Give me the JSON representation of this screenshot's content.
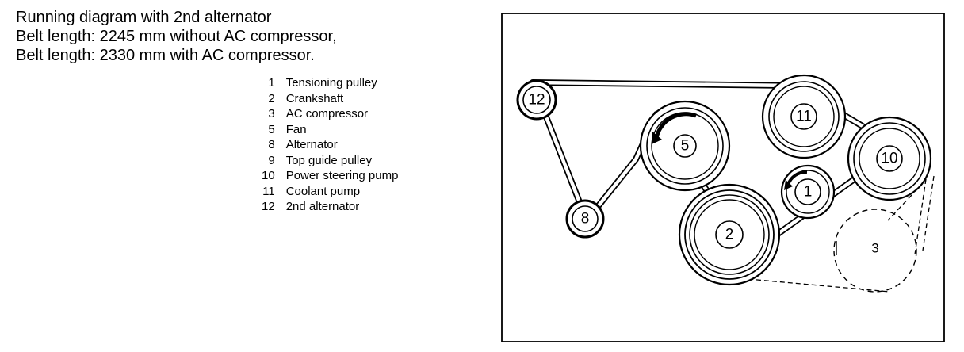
{
  "title_lines": [
    "Running diagram with 2nd alternator",
    "Belt length: 2245 mm without AC compressor,",
    "Belt length: 2330 mm with AC compressor."
  ],
  "legend": [
    {
      "num": "1",
      "label": "Tensioning pulley"
    },
    {
      "num": "2",
      "label": "Crankshaft"
    },
    {
      "num": "3",
      "label": "AC compressor"
    },
    {
      "num": "5",
      "label": "Fan"
    },
    {
      "num": "8",
      "label": "Alternator"
    },
    {
      "num": "9",
      "label": "Top guide pulley"
    },
    {
      "num": "10",
      "label": "Power steering pump"
    },
    {
      "num": "11",
      "label": "Coolant pump"
    },
    {
      "num": "12",
      "label": "2nd alternator"
    }
  ],
  "pulley_labels": {
    "tensioning": "1",
    "crankshaft": "2",
    "ac_compressor": "3",
    "fan": "5",
    "alternator": "8",
    "power_steering": "10",
    "coolant": "11",
    "second_alternator": "12"
  }
}
